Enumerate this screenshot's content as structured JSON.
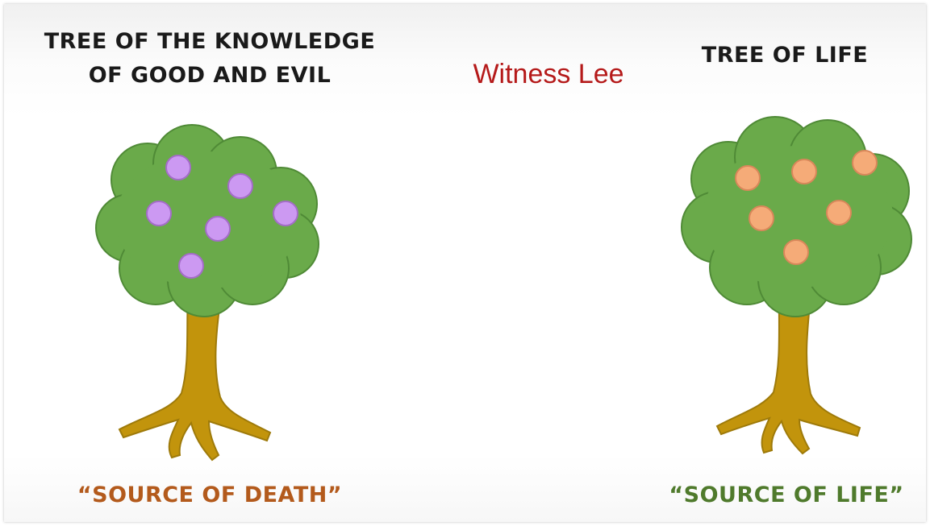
{
  "left_tree": {
    "title_lines": [
      "TREE OF THE KNOWLEDGE",
      "OF GOOD AND EVIL"
    ],
    "caption": "“SOURCE OF DEATH”",
    "fruit_color": "#cc99f2",
    "fruit_count": 6
  },
  "right_tree": {
    "title": "TREE OF LIFE",
    "caption": "“SOURCE OF LIFE”",
    "fruit_color": "#f5ab78",
    "fruit_count": 6
  },
  "watermark": "Witness Lee",
  "colors": {
    "foliage": "#6aaa4a",
    "foliage_outline": "#4f8a36",
    "trunk": "#c2940c",
    "trunk_outline": "#9e7a0a",
    "caption_left": "#b35a1c",
    "caption_right": "#4f7a2c",
    "watermark": "#b51a1a"
  }
}
